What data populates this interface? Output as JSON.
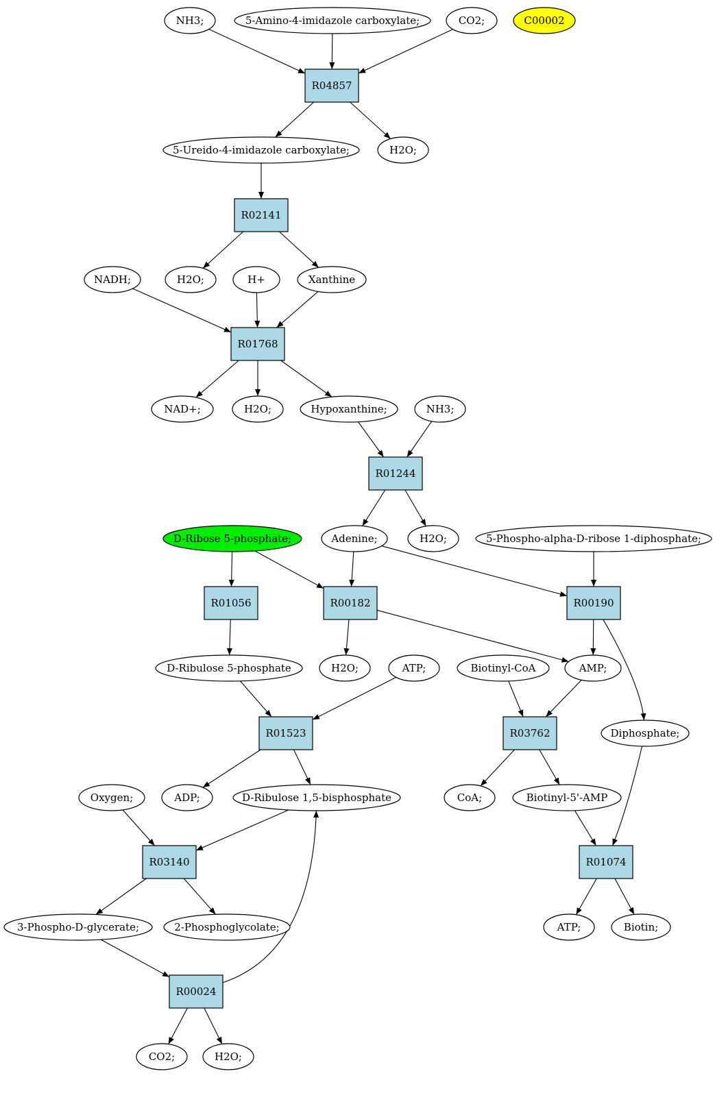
{
  "colors": {
    "metabolite_fill": "#ffffff",
    "reaction_fill": "#add8e6",
    "highlight_yellow": "#ffff00",
    "highlight_green": "#00ee00"
  },
  "nodes": {
    "nh3_a": {
      "label": "NH3;",
      "kind": "metabolite"
    },
    "amino_imid": {
      "label": "5-Amino-4-imidazole carboxylate;",
      "kind": "metabolite"
    },
    "co2_a": {
      "label": "CO2;",
      "kind": "metabolite"
    },
    "c00002": {
      "label": "C00002",
      "kind": "metabolite",
      "highlight": "yellow"
    },
    "r04857": {
      "label": "R04857",
      "kind": "reaction"
    },
    "ureido_imid": {
      "label": "5-Ureido-4-imidazole carboxylate;",
      "kind": "metabolite"
    },
    "h2o_a": {
      "label": "H2O;",
      "kind": "metabolite"
    },
    "r02141": {
      "label": "R02141",
      "kind": "reaction"
    },
    "nadh": {
      "label": "NADH;",
      "kind": "metabolite"
    },
    "h2o_b": {
      "label": "H2O;",
      "kind": "metabolite"
    },
    "hplus": {
      "label": "H+",
      "kind": "metabolite"
    },
    "xanthine": {
      "label": "Xanthine",
      "kind": "metabolite"
    },
    "r01768": {
      "label": "R01768",
      "kind": "reaction"
    },
    "nadplus": {
      "label": "NAD+;",
      "kind": "metabolite"
    },
    "h2o_c": {
      "label": "H2O;",
      "kind": "metabolite"
    },
    "hypoxanthine": {
      "label": "Hypoxanthine;",
      "kind": "metabolite"
    },
    "nh3_b": {
      "label": "NH3;",
      "kind": "metabolite"
    },
    "r01244": {
      "label": "R01244",
      "kind": "reaction"
    },
    "dribose5p": {
      "label": "D-Ribose 5-phosphate;",
      "kind": "metabolite",
      "highlight": "green"
    },
    "adenine": {
      "label": "Adenine;",
      "kind": "metabolite"
    },
    "h2o_d": {
      "label": "H2O;",
      "kind": "metabolite"
    },
    "prpp": {
      "label": "5-Phospho-alpha-D-ribose 1-diphosphate;",
      "kind": "metabolite"
    },
    "r01056": {
      "label": "R01056",
      "kind": "reaction"
    },
    "r00182": {
      "label": "R00182",
      "kind": "reaction"
    },
    "r00190": {
      "label": "R00190",
      "kind": "reaction"
    },
    "dribulose5p": {
      "label": "D-Ribulose 5-phosphate",
      "kind": "metabolite"
    },
    "h2o_e": {
      "label": "H2O;",
      "kind": "metabolite"
    },
    "atp_a": {
      "label": "ATP;",
      "kind": "metabolite"
    },
    "biotinylcoa": {
      "label": "Biotinyl-CoA",
      "kind": "metabolite"
    },
    "amp": {
      "label": "AMP;",
      "kind": "metabolite"
    },
    "r01523": {
      "label": "R01523",
      "kind": "reaction"
    },
    "r03762": {
      "label": "R03762",
      "kind": "reaction"
    },
    "diphosphate": {
      "label": "Diphosphate;",
      "kind": "metabolite"
    },
    "oxygen": {
      "label": "Oxygen;",
      "kind": "metabolite"
    },
    "adp": {
      "label": "ADP;",
      "kind": "metabolite"
    },
    "dribulose15bp": {
      "label": "D-Ribulose 1,5-bisphosphate",
      "kind": "metabolite"
    },
    "coa": {
      "label": "CoA;",
      "kind": "metabolite"
    },
    "biotinyl5amp": {
      "label": "Biotinyl-5'-AMP",
      "kind": "metabolite"
    },
    "r03140": {
      "label": "R03140",
      "kind": "reaction"
    },
    "r01074": {
      "label": "R01074",
      "kind": "reaction"
    },
    "pglycerate": {
      "label": "3-Phospho-D-glycerate;",
      "kind": "metabolite"
    },
    "pglycolate": {
      "label": "2-Phosphoglycolate;",
      "kind": "metabolite"
    },
    "atp_b": {
      "label": "ATP;",
      "kind": "metabolite"
    },
    "biotin": {
      "label": "Biotin;",
      "kind": "metabolite"
    },
    "r00024": {
      "label": "R00024",
      "kind": "reaction"
    },
    "co2_b": {
      "label": "CO2;",
      "kind": "metabolite"
    },
    "h2o_f": {
      "label": "H2O;",
      "kind": "metabolite"
    }
  },
  "edges": [
    [
      "nh3_a",
      "r04857"
    ],
    [
      "amino_imid",
      "r04857"
    ],
    [
      "co2_a",
      "r04857"
    ],
    [
      "r04857",
      "ureido_imid"
    ],
    [
      "r04857",
      "h2o_a"
    ],
    [
      "ureido_imid",
      "r02141"
    ],
    [
      "r02141",
      "h2o_b"
    ],
    [
      "r02141",
      "xanthine"
    ],
    [
      "nadh",
      "r01768"
    ],
    [
      "hplus",
      "r01768"
    ],
    [
      "xanthine",
      "r01768"
    ],
    [
      "r01768",
      "nadplus"
    ],
    [
      "r01768",
      "h2o_c"
    ],
    [
      "r01768",
      "hypoxanthine"
    ],
    [
      "hypoxanthine",
      "r01244"
    ],
    [
      "nh3_b",
      "r01244"
    ],
    [
      "r01244",
      "adenine"
    ],
    [
      "r01244",
      "h2o_d"
    ],
    [
      "dribose5p",
      "r01056"
    ],
    [
      "dribose5p",
      "r00182"
    ],
    [
      "adenine",
      "r00182"
    ],
    [
      "adenine",
      "r00190"
    ],
    [
      "prpp",
      "r00190"
    ],
    [
      "r01056",
      "dribulose5p"
    ],
    [
      "r00182",
      "h2o_e"
    ],
    [
      "r00182",
      "amp"
    ],
    [
      "r00190",
      "amp"
    ],
    [
      "r00190",
      "diphosphate"
    ],
    [
      "dribulose5p",
      "r01523"
    ],
    [
      "atp_a",
      "r01523"
    ],
    [
      "biotinylcoa",
      "r03762"
    ],
    [
      "amp",
      "r03762"
    ],
    [
      "r01523",
      "adp"
    ],
    [
      "r01523",
      "dribulose15bp"
    ],
    [
      "r03762",
      "coa"
    ],
    [
      "r03762",
      "biotinyl5amp"
    ],
    [
      "oxygen",
      "r03140"
    ],
    [
      "dribulose15bp",
      "r03140"
    ],
    [
      "biotinyl5amp",
      "r01074"
    ],
    [
      "diphosphate",
      "r01074"
    ],
    [
      "r03140",
      "pglycerate"
    ],
    [
      "r03140",
      "pglycolate"
    ],
    [
      "r01074",
      "atp_b"
    ],
    [
      "r01074",
      "biotin"
    ],
    [
      "pglycerate",
      "r00024"
    ],
    [
      "r00024",
      "dribulose15bp"
    ],
    [
      "r00024",
      "co2_b"
    ],
    [
      "r00024",
      "h2o_f"
    ]
  ]
}
